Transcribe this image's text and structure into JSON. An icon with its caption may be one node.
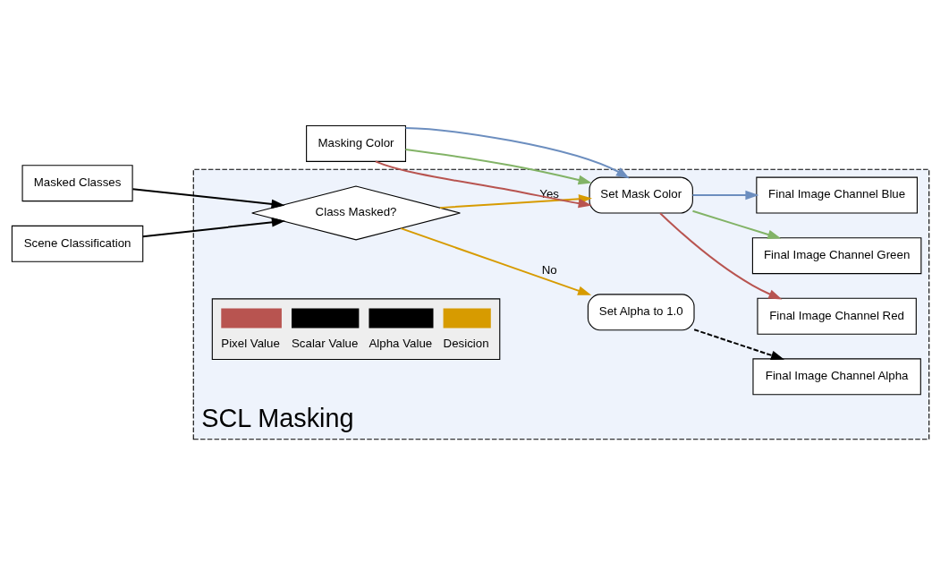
{
  "diagram": {
    "nodes": [
      {
        "text": [
          "SCL Masking"
        ]
      },
      {
        "text": [
          "Masking Color"
        ]
      },
      {
        "text": [
          "Masked Classes"
        ]
      },
      {
        "text": [
          "Scene Classification"
        ]
      },
      {
        "text": [
          "Class Masked?"
        ],
        "in": 0
      },
      {
        "text": [
          "Set Mask Color"
        ],
        "in": 0
      },
      {
        "text": [
          "Set Alpha to 1.0"
        ],
        "in": 0
      },
      {
        "text": [
          "Final Image Channel Red"
        ],
        "in": 0
      },
      {
        "text": [
          "Final Image Channel Green"
        ],
        "in": 0
      },
      {
        "text": [
          "Final Image Channel Blue"
        ],
        "in": 0
      },
      {
        "text": [
          "Final Image Channel Alpha"
        ],
        "in": 0
      }
    ],
    "edges": [
      {
        "from": 1,
        "to": 5,
        "arrow": "to",
        "color": "#b85450"
      },
      {
        "from": 1,
        "to": 5,
        "arrow": "to",
        "color": "#82b366"
      },
      {
        "from": 1,
        "to": 5,
        "arrow": "to",
        "color": "#6c8ebf"
      },
      {
        "from": 2,
        "to": 4,
        "arrow": "to"
      },
      {
        "from": 3,
        "to": 4,
        "arrow": "to"
      },
      {
        "from": 4,
        "to": 5,
        "arrow": "to",
        "label": "Yes",
        "color": "#d79b00"
      },
      {
        "from": 4,
        "to": 6,
        "arrow": "to",
        "label": "No",
        "color": "#d79b00"
      },
      {
        "from": 5,
        "to": 7,
        "arrow": "to",
        "color": "#b85450"
      },
      {
        "from": 5,
        "to": 8,
        "arrow": "to",
        "color": "#82b366"
      },
      {
        "from": 5,
        "to": 9,
        "arrow": "to",
        "color": "#6c8ebf"
      },
      {
        "from": 6,
        "to": 10,
        "arrow": "to",
        "style": "dashed"
      }
    ],
    "legend": [
      {
        "text": "Pixel Value"
      },
      {
        "text": "Scalar Value"
      },
      {
        "text": "Alpha Value"
      },
      {
        "text": "Desicion"
      }
    ]
  }
}
